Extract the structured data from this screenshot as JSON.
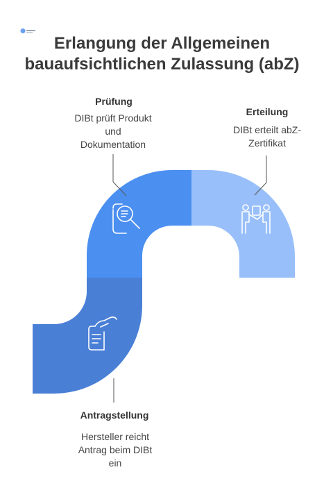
{
  "title": {
    "line1": "Erlangung der Allgemeinen",
    "line2": "bauaufsichtlichen Zulassung (abZ)"
  },
  "colors": {
    "step1": "#4a7fd6",
    "step2": "#4b8ff0",
    "step3": "#98bff9",
    "icon": "#ffffff",
    "leader": "#555555"
  },
  "steps": [
    {
      "title": "Antragstellung",
      "desc": [
        "Hersteller reicht",
        "Antrag beim DIBt",
        "ein"
      ],
      "icon": "document-hand-icon"
    },
    {
      "title": "Prüfung",
      "desc": [
        "DIBt prüft Produkt",
        "und",
        "Dokumentation"
      ],
      "icon": "magnifier-document-icon"
    },
    {
      "title": "Erteilung",
      "desc": [
        "DIBt erteilt abZ-",
        "Zertifikat"
      ],
      "icon": "handover-people-icon"
    }
  ]
}
